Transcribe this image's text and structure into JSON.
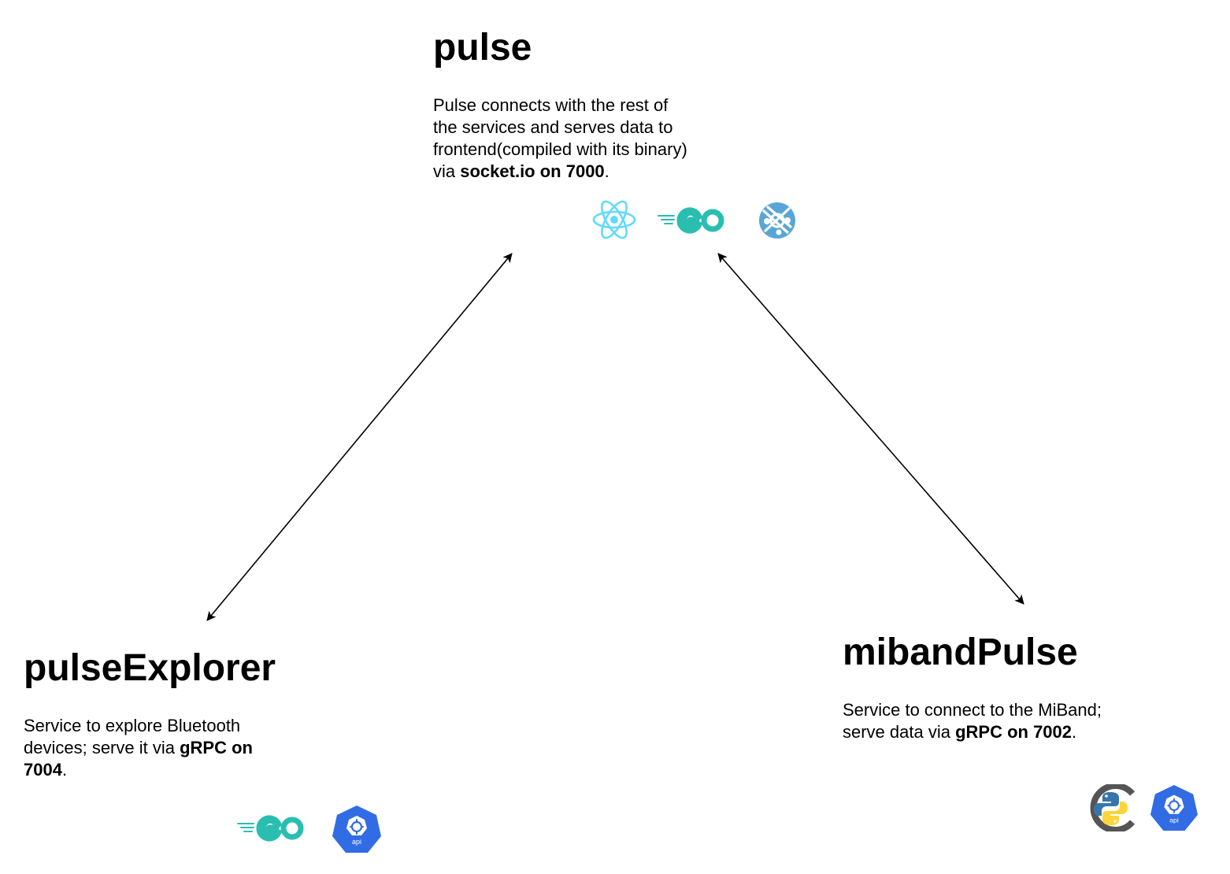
{
  "nodes": {
    "pulse": {
      "title": "pulse",
      "desc_line1": "Pulse connects with the rest of",
      "desc_line2": "the services and serves data to",
      "desc_line3": "frontend(compiled with its binary)",
      "desc_line4_prefix": "via ",
      "desc_line4_bold": "socket.io on 7000",
      "desc_line4_suffix": ".",
      "icons": [
        "react-icon",
        "go-icon",
        "socketio-icon"
      ]
    },
    "pulseExplorer": {
      "title": "pulseExplorer",
      "desc_line1": "Service to explore Bluetooth",
      "desc_line2_prefix": "devices; serve it via ",
      "desc_line2_bold": "gRPC on",
      "desc_line3_bold": "7004",
      "desc_line3_suffix": ".",
      "icons": [
        "go-icon",
        "kubernetes-api-icon"
      ],
      "icon_labels": {
        "api": "api"
      }
    },
    "mibandPulse": {
      "title": "mibandPulse",
      "desc_line1": "Service to connect to the MiBand;",
      "desc_line2_prefix": "serve data via ",
      "desc_line2_bold": "gRPC on 7002",
      "desc_line2_suffix": ".",
      "icons": [
        "python-icon",
        "kubernetes-api-icon"
      ],
      "icon_labels": {
        "api": "api"
      }
    }
  },
  "connections": [
    {
      "from": "pulse",
      "to": "pulseExplorer",
      "direction": "bidirectional"
    },
    {
      "from": "pulse",
      "to": "mibandPulse",
      "direction": "bidirectional"
    }
  ],
  "colors": {
    "react": "#61dafb",
    "go": "#29beb0",
    "socketio": "#59a6d6",
    "kubernetes": "#326ce5",
    "python_blue": "#3776ab",
    "python_yellow": "#ffd43b",
    "python_ring": "#555555",
    "arrow": "#000000"
  }
}
